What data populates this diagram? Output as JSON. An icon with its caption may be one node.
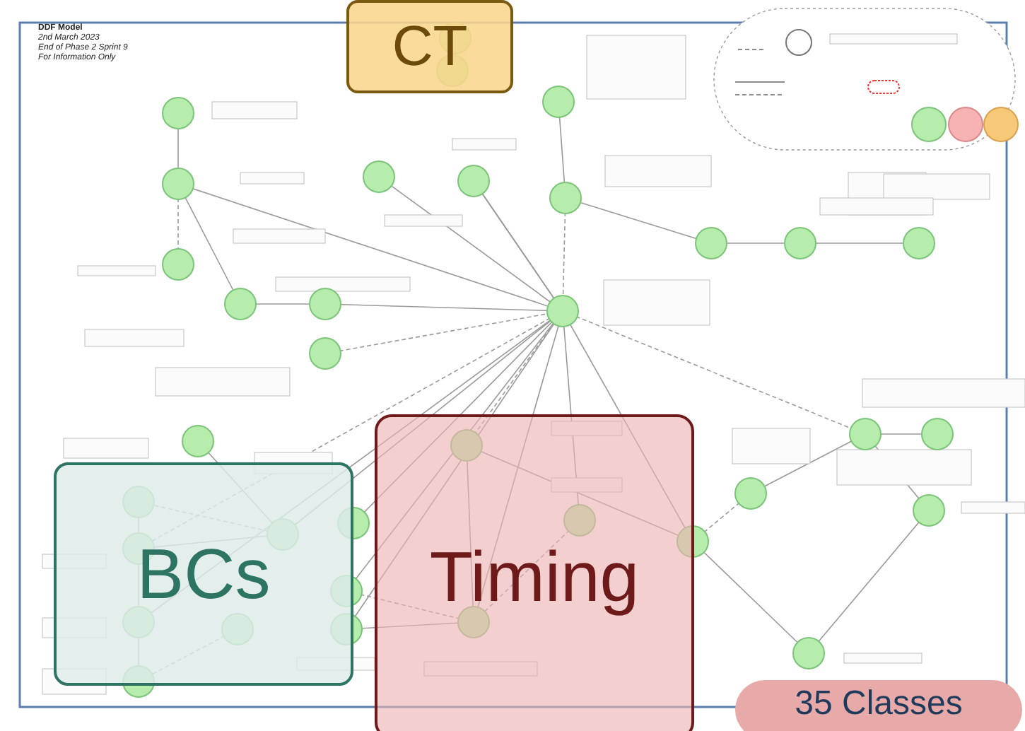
{
  "diagram": {
    "title": "DDF Model",
    "nodes": [
      {
        "text": [
          "CT"
        ]
      },
      {
        "text": [
          "BCs"
        ]
      },
      {
        "text": [
          "Timing"
        ]
      },
      {
        "text": [
          "35 Classes"
        ]
      }
    ],
    "labels": [
      "2nd March 2023",
      "End of Phase 2 Sprint 9",
      "For Information Only"
    ]
  }
}
